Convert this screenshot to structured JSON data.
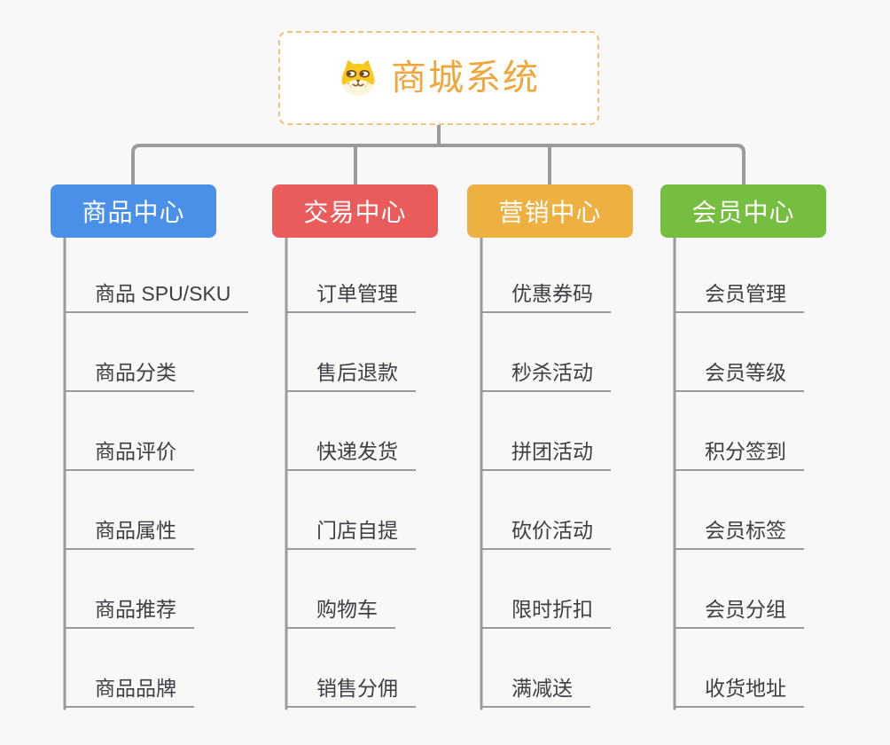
{
  "page": {
    "background_color": "#f8f8f8"
  },
  "connectors": {
    "color": "#9b9b9b"
  },
  "root": {
    "title": "商城系统",
    "icon": "dog-face-icon",
    "text_color": "#f0a63a",
    "border_color": "#f2c479",
    "background_color": "#ffffff"
  },
  "branch_text_color": "#ffffff",
  "branches": [
    {
      "label": "商品中心",
      "color": "#4a90e8",
      "children": [
        "商品 SPU/SKU",
        "商品分类",
        "商品评价",
        "商品属性",
        "商品推荐",
        "商品品牌"
      ]
    },
    {
      "label": "交易中心",
      "color": "#ea5c5b",
      "children": [
        "订单管理",
        "售后退款",
        "快递发货",
        "门店自提",
        "购物车",
        "销售分佣"
      ]
    },
    {
      "label": "营销中心",
      "color": "#eeb041",
      "children": [
        "优惠券码",
        "秒杀活动",
        "拼团活动",
        "砍价活动",
        "限时折扣",
        "满减送"
      ]
    },
    {
      "label": "会员中心",
      "color": "#76be3f",
      "children": [
        "会员管理",
        "会员等级",
        "积分签到",
        "会员标签",
        "会员分组",
        "收货地址"
      ]
    }
  ]
}
